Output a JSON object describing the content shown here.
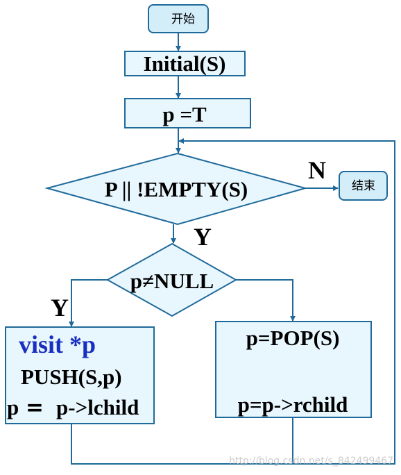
{
  "colors": {
    "line": "#1f6a9a",
    "box_fill": "#e8f6fd",
    "node_fill": "#d3edf9",
    "visit_text": "#1a2fc0",
    "text": "#000000",
    "watermark": "#c0c0c0"
  },
  "nodes": {
    "start": "开始",
    "initial": "Initial(S)",
    "assign_p": "p =T",
    "loop_condition": "P || !EMPTY(S)",
    "end": "结束",
    "null_check": "p≠NULL",
    "left_box": {
      "visit": "visit *p",
      "push": "PUSH(S,p)",
      "p_assign_prefix": "p",
      "p_assign_eq": "=",
      "p_assign_value": "p->lchild"
    },
    "right_box": {
      "pop": "p=POP(S)",
      "assign": "p=p->rchild"
    }
  },
  "edge_labels": {
    "no": "N",
    "yes_loop": "Y",
    "yes_null": "Y"
  },
  "watermark": "http://blog.csdn.net/s_842499467"
}
